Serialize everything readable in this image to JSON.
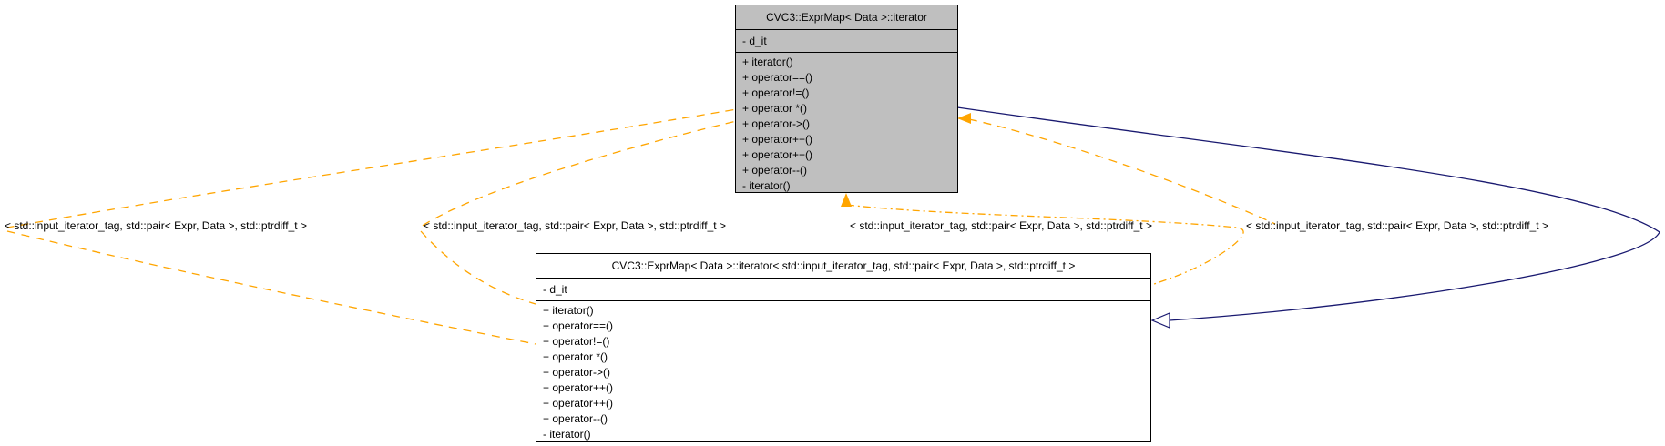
{
  "diagram": {
    "nodes": {
      "template": {
        "title": "CVC3::ExprMap< Data >::iterator",
        "attribute": "- d_it",
        "methods": [
          "+ iterator()",
          "+ operator==()",
          "+ operator!=()",
          "+ operator *()",
          "+ operator->()",
          "+ operator++()",
          "+ operator++()",
          "+ operator--()",
          "- iterator()"
        ]
      },
      "specialization": {
        "title": "CVC3::ExprMap< Data >::iterator< std::input_iterator_tag, std::pair< Expr, Data >, std::ptrdiff_t >",
        "attribute": "- d_it",
        "methods": [
          "+ iterator()",
          "+ operator==()",
          "+ operator!=()",
          "+ operator *()",
          "+ operator->()",
          "+ operator++()",
          "+ operator++()",
          "+ operator--()",
          "- iterator()"
        ]
      }
    },
    "edge_labels": [
      "< std::input_iterator_tag, std::pair< Expr, Data >, std::ptrdiff_t >",
      "< std::input_iterator_tag, std::pair< Expr, Data >, std::ptrdiff_t >",
      "< std::input_iterator_tag, std::pair< Expr, Data >, std::ptrdiff_t >",
      "< std::input_iterator_tag, std::pair< Expr, Data >, std::ptrdiff_t >"
    ],
    "colors": {
      "template_fill": "#bfbfbf",
      "instance_fill": "#ffffff",
      "border": "#000000",
      "instantiation_edge": "#ffa500",
      "inheritance_edge": "#191970",
      "inheritance_arrow_fill": "#ffffff"
    }
  }
}
